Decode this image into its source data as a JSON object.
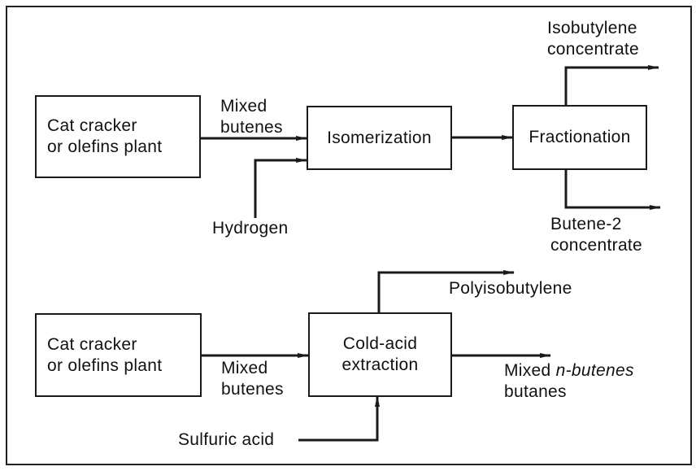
{
  "colors": {
    "ink": "#1a1a1a",
    "background": "#ffffff"
  },
  "process_a": {
    "source": {
      "line1": "Cat cracker",
      "line2": "or olefins plant"
    },
    "feed_label": {
      "line1": "Mixed",
      "line2": "butenes"
    },
    "reactor": "Isomerization",
    "co_feed": "Hydrogen",
    "separator": "Fractionation",
    "product_top": {
      "line1": "Isobutylene",
      "line2": "concentrate"
    },
    "product_bottom": {
      "line1": "Butene-2",
      "line2": "concentrate"
    }
  },
  "process_b": {
    "source": {
      "line1": "Cat cracker",
      "line2": "or olefins plant"
    },
    "feed_label": {
      "line1": "Mixed",
      "line2": "butenes"
    },
    "extractor": {
      "line1": "Cold-acid",
      "line2": "extraction"
    },
    "co_feed": "Sulfuric acid",
    "product_top": "Polyisobutylene",
    "product_side": {
      "line1_plain": "Mixed ",
      "line1_italic": "n-butenes",
      "line2": "butanes"
    }
  }
}
